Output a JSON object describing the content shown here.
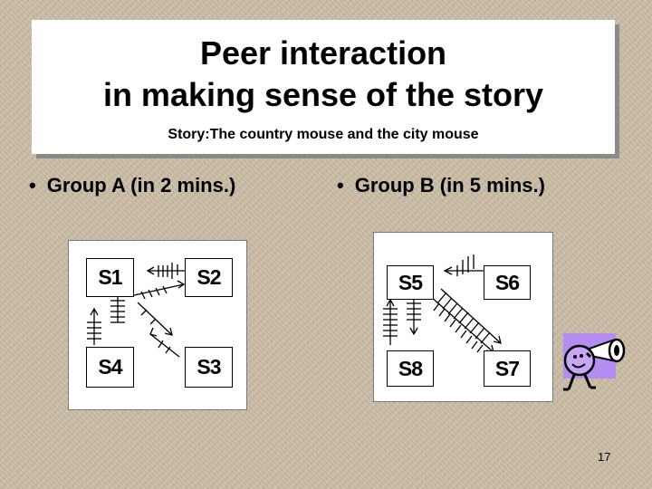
{
  "slide": {
    "title_line1": "Peer interaction",
    "title_line2": "in making sense of the story",
    "subtitle": "Story:The country mouse and the city mouse",
    "page_number": "17"
  },
  "bullets": [
    {
      "marker": "•",
      "text": "Group A (in 2 mins.)"
    },
    {
      "marker": "•",
      "text": "Group B (in 5 mins.)"
    }
  ],
  "group_a": {
    "students": [
      "S1",
      "S2",
      "S3",
      "S4"
    ]
  },
  "group_b": {
    "students": [
      "S5",
      "S6",
      "S7",
      "S8"
    ]
  },
  "icons": {
    "mascot": "speaker-with-megaphone-icon"
  },
  "colors": {
    "mascot_purple": "#b58cf0"
  }
}
